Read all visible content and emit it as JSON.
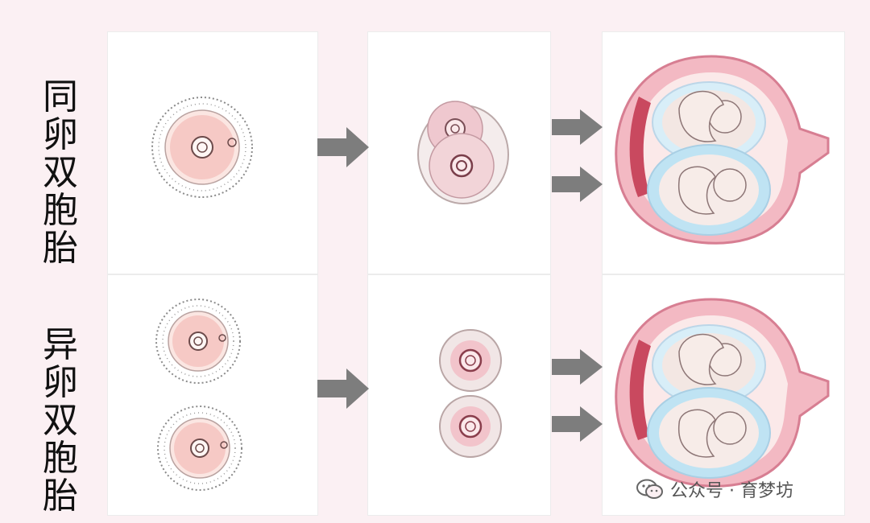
{
  "rows": [
    {
      "label_chars": [
        "同",
        "卵",
        "双",
        "胞",
        "胎"
      ]
    },
    {
      "label_chars": [
        "异",
        "卵",
        "双",
        "胞",
        "胎"
      ]
    }
  ],
  "watermark": {
    "text": "公众号 · 育梦坊"
  },
  "colors": {
    "arrow": "#7d7d7d",
    "uterus_wall": "#e98da0",
    "amniotic_sac": "#bfe3f3",
    "egg_pink": "#f6c9c5"
  }
}
